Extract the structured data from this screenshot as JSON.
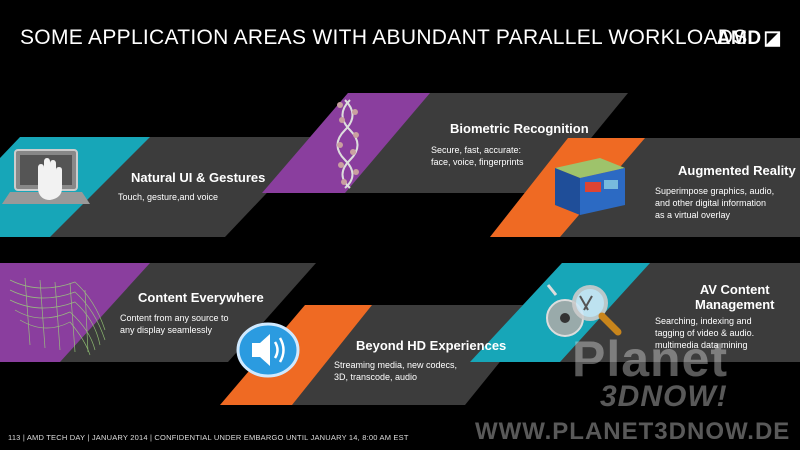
{
  "slide": {
    "title": "SOME APPLICATION AREAS WITH ABUNDANT PARALLEL WORKLOADS",
    "logo_text": "AMD",
    "logo_arrow": "◪"
  },
  "cards": [
    {
      "id": "natural-ui",
      "title": "Natural UI & Gestures",
      "desc": "Touch, gesture,and voice",
      "accent": "#17a6b8",
      "icon": "laptop-hand-icon"
    },
    {
      "id": "biometric",
      "title": "Biometric Recognition",
      "desc": "Secure, fast, accurate:\nface, voice, fingerprints",
      "accent": "#8a3e9e",
      "icon": "dna-icon"
    },
    {
      "id": "augmented",
      "title": "Augmented Reality",
      "desc": "Superimpose graphics, audio,\nand other digital information\nas a virtual overlay",
      "accent": "#ef6a23",
      "icon": "ar-cube-icon"
    },
    {
      "id": "content",
      "title": "Content Everywhere",
      "desc": "Content from any source to\nany display seamlessly",
      "accent": "#8a3e9e",
      "icon": "grid-wave-icon"
    },
    {
      "id": "beyond-hd",
      "title": "Beyond HD Experiences",
      "desc": "Streaming media, new codecs,\n3D, transcode, audio",
      "accent": "#ef6a23",
      "icon": "speaker-icon"
    },
    {
      "id": "av-content",
      "title": "AV Content\nManagement",
      "desc": "Searching, indexing and\ntagging of video & audio.\nmultimedia data mining",
      "accent": "#17a6b8",
      "icon": "magnifier-icon"
    }
  ],
  "footer": "113  |  AMD TECH DAY  |  JANUARY 2014  |  CONFIDENTIAL UNDER EMBARGO UNTIL JANUARY 14, 8:00 AM EST",
  "watermark": {
    "line1": "Planet",
    "line2": "3DNOW!",
    "line3": "WWW.PLANET3DNOW.DE"
  },
  "colors": {
    "band_gray": "#3c3c3c",
    "teal": "#17a6b8",
    "purple": "#8a3e9e",
    "orange": "#ef6a23"
  }
}
